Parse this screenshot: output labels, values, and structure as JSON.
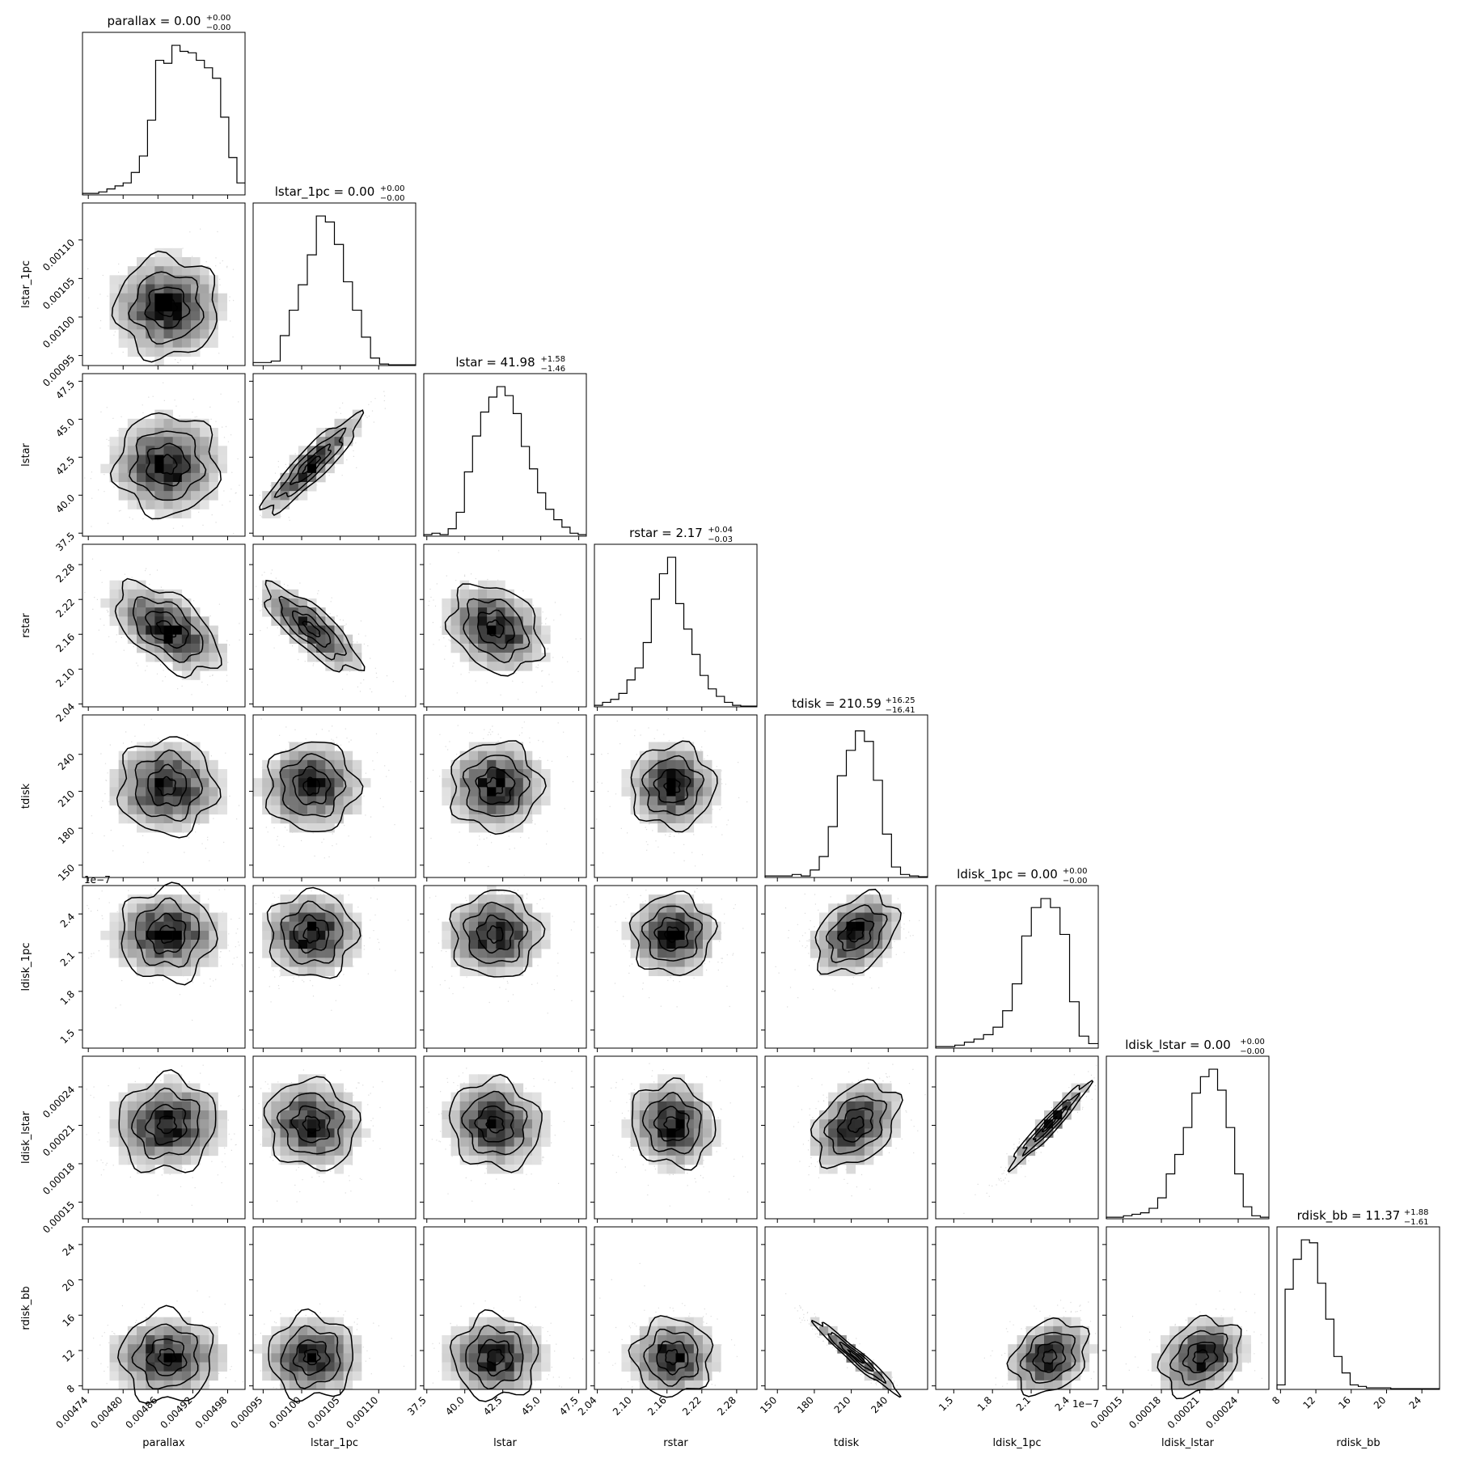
{
  "chart_data": {
    "type": "corner",
    "parameters": [
      {
        "name": "parallax",
        "xlabel": "parallax",
        "ylabel": "",
        "range": [
          0.00473,
          0.00501
        ],
        "ticks": [
          0.00474,
          0.0048,
          0.00486,
          0.00492,
          0.00498
        ],
        "tick_labels": [
          "0.00474",
          "0.00480",
          "0.00486",
          "0.00492",
          "0.00498"
        ],
        "median": 0.0049,
        "err_minus": 6e-05,
        "err_plus": 6e-05,
        "title_main": "parallax = 0.00",
        "title_sup": "+0.00",
        "title_sub": "−0.00",
        "offset": ""
      },
      {
        "name": "lstar_1pc",
        "xlabel": "lstar_1pc",
        "ylabel": "lstar_1pc",
        "range": [
          0.000937,
          0.001148
        ],
        "ticks": [
          0.00095,
          0.001,
          0.00105,
          0.0011
        ],
        "tick_labels": [
          "0.00095",
          "0.00100",
          "0.00105",
          "0.00110"
        ],
        "median": 0.00101,
        "err_minus": 3e-05,
        "err_plus": 3e-05,
        "title_main": "lstar_1pc = 0.00",
        "title_sup": "+0.00",
        "title_sub": "−0.00",
        "offset": ""
      },
      {
        "name": "lstar",
        "xlabel": "lstar",
        "ylabel": "lstar",
        "range": [
          37.3,
          48.0
        ],
        "ticks": [
          37.5,
          40.0,
          42.5,
          45.0,
          47.5
        ],
        "tick_labels": [
          "37.5",
          "40.0",
          "42.5",
          "45.0",
          "47.5"
        ],
        "median": 41.98,
        "err_minus": 1.46,
        "err_plus": 1.58,
        "title_main": "lstar = 41.98",
        "title_sup": "+1.58",
        "title_sub": "−1.46",
        "offset": ""
      },
      {
        "name": "rstar",
        "xlabel": "rstar",
        "ylabel": "rstar",
        "range": [
          2.035,
          2.315
        ],
        "ticks": [
          2.04,
          2.1,
          2.16,
          2.22,
          2.28
        ],
        "tick_labels": [
          "2.04",
          "2.10",
          "2.16",
          "2.22",
          "2.28"
        ],
        "median": 2.17,
        "err_minus": 0.03,
        "err_plus": 0.04,
        "title_main": "rstar = 2.17",
        "title_sup": "+0.04",
        "title_sub": "−0.03",
        "offset": ""
      },
      {
        "name": "tdisk",
        "xlabel": "tdisk",
        "ylabel": "tdisk",
        "range": [
          140,
          272
        ],
        "ticks": [
          150,
          180,
          210,
          240
        ],
        "tick_labels": [
          "150",
          "180",
          "210",
          "240"
        ],
        "median": 210.59,
        "err_minus": 16.41,
        "err_plus": 16.25,
        "title_main": "tdisk = 210.59",
        "title_sup": "+16.25",
        "title_sub": "−16.41",
        "offset": ""
      },
      {
        "name": "ldisk_1pc",
        "xlabel": "ldisk_1pc",
        "ylabel": "ldisk_1pc",
        "range": [
          1.36e-07,
          2.62e-07
        ],
        "ticks": [
          1.5e-07,
          1.8e-07,
          2.1e-07,
          2.4e-07
        ],
        "tick_labels": [
          "1.5",
          "1.8",
          "2.1",
          "2.4"
        ],
        "median": 2.2e-07,
        "err_minus": 1.5e-08,
        "err_plus": 1.5e-08,
        "title_main": "ldisk_1pc = 0.00",
        "title_sup": "+0.00",
        "title_sub": "−0.00",
        "offset": "1e−7"
      },
      {
        "name": "ldisk_lstar",
        "xlabel": "ldisk_lstar",
        "ylabel": "ldisk_lstar",
        "range": [
          0.000137,
          0.000264
        ],
        "ticks": [
          0.00015,
          0.00018,
          0.00021,
          0.00024
        ],
        "tick_labels": [
          "0.00015",
          "0.00018",
          "0.00021",
          "0.00024"
        ],
        "median": 0.000215,
        "err_minus": 1.2e-05,
        "err_plus": 1.2e-05,
        "title_main": "ldisk_lstar = 0.00",
        "title_sup": "+0.00",
        "title_sub": "−0.00",
        "offset": ""
      },
      {
        "name": "rdisk_bb",
        "xlabel": "rdisk_bb",
        "ylabel": "rdisk_bb",
        "range": [
          7.6,
          26.0
        ],
        "ticks": [
          8,
          12,
          16,
          20,
          24
        ],
        "tick_labels": [
          "8",
          "12",
          "16",
          "20",
          "24"
        ],
        "median": 11.37,
        "err_minus": 1.61,
        "err_plus": 1.88,
        "title_main": "rdisk_bb = 11.37",
        "title_sup": "+1.88",
        "title_sub": "−1.61",
        "offset": ""
      }
    ],
    "histograms": [
      [
        0.01,
        0.01,
        0.02,
        0.04,
        0.06,
        0.08,
        0.15,
        0.26,
        0.5,
        0.9,
        0.88,
        1.0,
        0.96,
        0.95,
        0.9,
        0.85,
        0.78,
        0.52,
        0.25,
        0.08
      ],
      [
        0.02,
        0.02,
        0.03,
        0.2,
        0.37,
        0.54,
        0.74,
        1.0,
        0.96,
        0.81,
        0.56,
        0.37,
        0.19,
        0.05,
        0.01,
        0.005,
        0.005,
        0.005
      ],
      [
        0.01,
        0.02,
        0.01,
        0.05,
        0.16,
        0.43,
        0.67,
        0.83,
        0.93,
        1.0,
        0.94,
        0.82,
        0.6,
        0.45,
        0.29,
        0.18,
        0.11,
        0.06,
        0.02,
        0.01
      ],
      [
        0.01,
        0.03,
        0.05,
        0.09,
        0.18,
        0.26,
        0.43,
        0.72,
        0.89,
        1.0,
        0.69,
        0.52,
        0.35,
        0.21,
        0.12,
        0.07,
        0.03,
        0.01,
        0.005,
        0.005
      ],
      [
        0.01,
        0.01,
        0.01,
        0.02,
        0.01,
        0.05,
        0.14,
        0.34,
        0.68,
        0.85,
        0.98,
        0.91,
        0.65,
        0.29,
        0.07,
        0.02,
        0.01,
        0.005
      ],
      [
        0.01,
        0.01,
        0.02,
        0.04,
        0.06,
        0.09,
        0.14,
        0.25,
        0.43,
        0.75,
        0.94,
        1.0,
        0.94,
        0.76,
        0.31,
        0.08,
        0.03
      ],
      [
        0.01,
        0.01,
        0.02,
        0.03,
        0.04,
        0.07,
        0.14,
        0.3,
        0.43,
        0.61,
        0.84,
        0.95,
        1.0,
        0.86,
        0.61,
        0.3,
        0.08,
        0.02,
        0.01
      ],
      [
        0.03,
        0.67,
        0.87,
        1.0,
        0.98,
        0.71,
        0.47,
        0.22,
        0.11,
        0.03,
        0.02,
        0.01,
        0.01,
        0.01,
        0.005,
        0.005,
        0.005,
        0.005,
        0.005,
        0.005
      ]
    ],
    "correlations": {
      "2-1": 0.9,
      "3-0": -0.55,
      "3-1": -0.8,
      "3-2": -0.25,
      "5-4": 0.35,
      "6-0": 0.05,
      "6-1": -0.1,
      "6-2": -0.1,
      "6-3": -0.1,
      "6-4": 0.35,
      "6-5": 0.96,
      "7-4": -0.97,
      "7-5": 0.25,
      "7-6": 0.25
    },
    "grid": false,
    "legend": "none"
  }
}
